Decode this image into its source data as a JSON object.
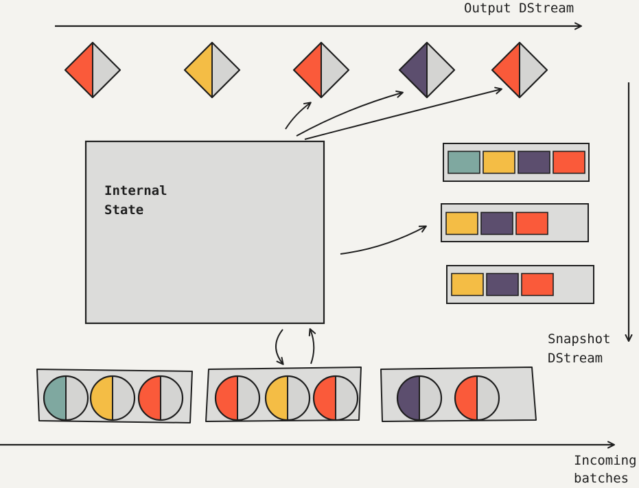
{
  "labels": {
    "output_dstream": "Output DStream",
    "snapshot_line1": "Snapshot",
    "snapshot_line2": "DStream",
    "incoming_line1": "Incoming",
    "incoming_line2": "batches",
    "state_line1": "Internal",
    "state_line2": "State"
  },
  "colors": {
    "background": "#f4f3ef",
    "box_fill": "#dcdcda",
    "stroke": "#1e1e1e",
    "red": "#fa5a3a",
    "yellow": "#f4bd45",
    "purple": "#5c4e6e",
    "teal": "#7fa8a0",
    "gray": "#d4d4d2"
  },
  "output_items": [
    "red",
    "yellow",
    "red",
    "purple",
    "red"
  ],
  "snapshots": [
    [
      "teal",
      "yellow",
      "purple",
      "red"
    ],
    [
      "yellow",
      "purple",
      "red"
    ],
    [
      "yellow",
      "purple",
      "red"
    ]
  ],
  "batches": [
    [
      "teal",
      "yellow",
      "red"
    ],
    [
      "red",
      "yellow",
      "red"
    ],
    [
      "purple",
      "red"
    ]
  ]
}
